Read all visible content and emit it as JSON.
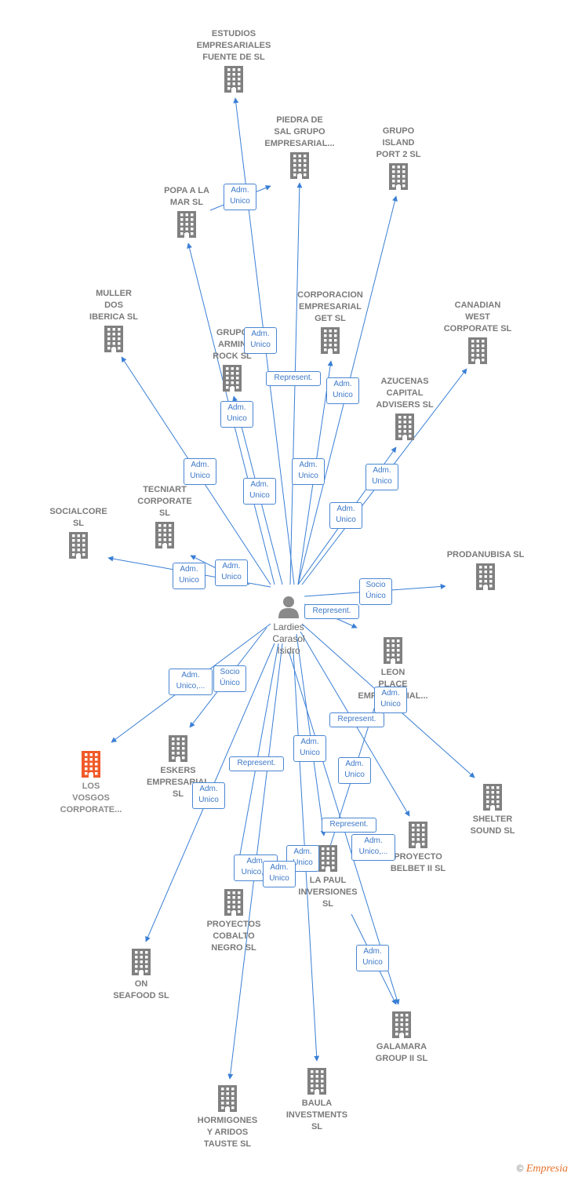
{
  "center": {
    "label": "Lardies\nCarasol\nIsidro",
    "icon": "person-icon"
  },
  "colors": {
    "edge": "#3a7fd5",
    "building": "#808080",
    "highlight": "#f05a28",
    "badge_border": "#4a86d3"
  },
  "nodes": [
    {
      "id": "estudios",
      "label": "ESTUDIOS\nEMPRESARIALES\nFUENTE DE  SL"
    },
    {
      "id": "piedra",
      "label": "PIEDRA DE\nSAL GRUPO\nEMPRESARIAL..."
    },
    {
      "id": "island",
      "label": "GRUPO\nISLAND\nPORT 2  SL"
    },
    {
      "id": "popa",
      "label": "POPA A LA\nMAR  SL"
    },
    {
      "id": "muller",
      "label": "MULLER\nDOS\nIBERICA  SL"
    },
    {
      "id": "corporacion",
      "label": "CORPORACION\nEMPRESARIAL\nGET  SL"
    },
    {
      "id": "canadian",
      "label": "CANADIAN\nWEST\nCORPORATE SL"
    },
    {
      "id": "grupo_armin",
      "label": "GRUPO\nARMIN\nROCK  SL"
    },
    {
      "id": "azucenas",
      "label": "AZUCENAS\nCAPITAL\nADVISERS  SL"
    },
    {
      "id": "tecniart",
      "label": "TECNIART\nCORPORATE\nSL"
    },
    {
      "id": "socialcore",
      "label": "SOCIALCORE\nSL"
    },
    {
      "id": "prodanubisa",
      "label": "PRODANUBISA SL"
    },
    {
      "id": "leon",
      "label": "LEON\nPLACE\nEMPRESARIAL..."
    },
    {
      "id": "vosgos",
      "label": "LOS\nVOSGOS\nCORPORATE..."
    },
    {
      "id": "eskers",
      "label": "ESKERS\nEMPRESARIAL\nSL"
    },
    {
      "id": "shelter",
      "label": "SHELTER\nSOUND  SL"
    },
    {
      "id": "belbet",
      "label": "PROYECTO\nBELBET II  SL"
    },
    {
      "id": "lapaul",
      "label": "LA PAUL\nINVERSIONES\nSL"
    },
    {
      "id": "cobalto",
      "label": "PROYECTOS\nCOBALTO\nNEGRO  SL"
    },
    {
      "id": "seafood",
      "label": "ON\nSEAFOOD  SL"
    },
    {
      "id": "galamara",
      "label": "GALAMARA\nGROUP II  SL"
    },
    {
      "id": "baula",
      "label": "BAULA\nINVESTMENTS\nSL"
    },
    {
      "id": "hormigones",
      "label": "HORMIGONES\nY ARIDOS\nTAUSTE  SL"
    }
  ],
  "edge_labels": [
    "Adm.\nUnico",
    "Adm.\nUnico",
    "Represent.",
    "Adm.\nUnico",
    "Adm.\nUnico",
    "Adm.\nUnico",
    "Adm.\nUnico",
    "Adm.\nUnico",
    "Adm.\nUnico",
    "Adm.\nUnico",
    "Adm.\nUnico",
    "Adm.\nUnico",
    "Socio\nÚnico",
    "Represent.",
    "Adm.\nUnico,...",
    "Socio\nÚnico",
    "Adm.\nUnico",
    "Represent.",
    "Adm.\nUnico",
    "Represent.",
    "Adm.\nUnico",
    "Represent.",
    "Adm.\nUnico",
    "Adm.\nUnico,...",
    "Adm.\nUnico,...",
    "Adm.\nUnico",
    "Adm.\nUnico",
    "Adm.\nUnico"
  ],
  "footer": {
    "copyright": "©",
    "brand": "Empresia"
  }
}
